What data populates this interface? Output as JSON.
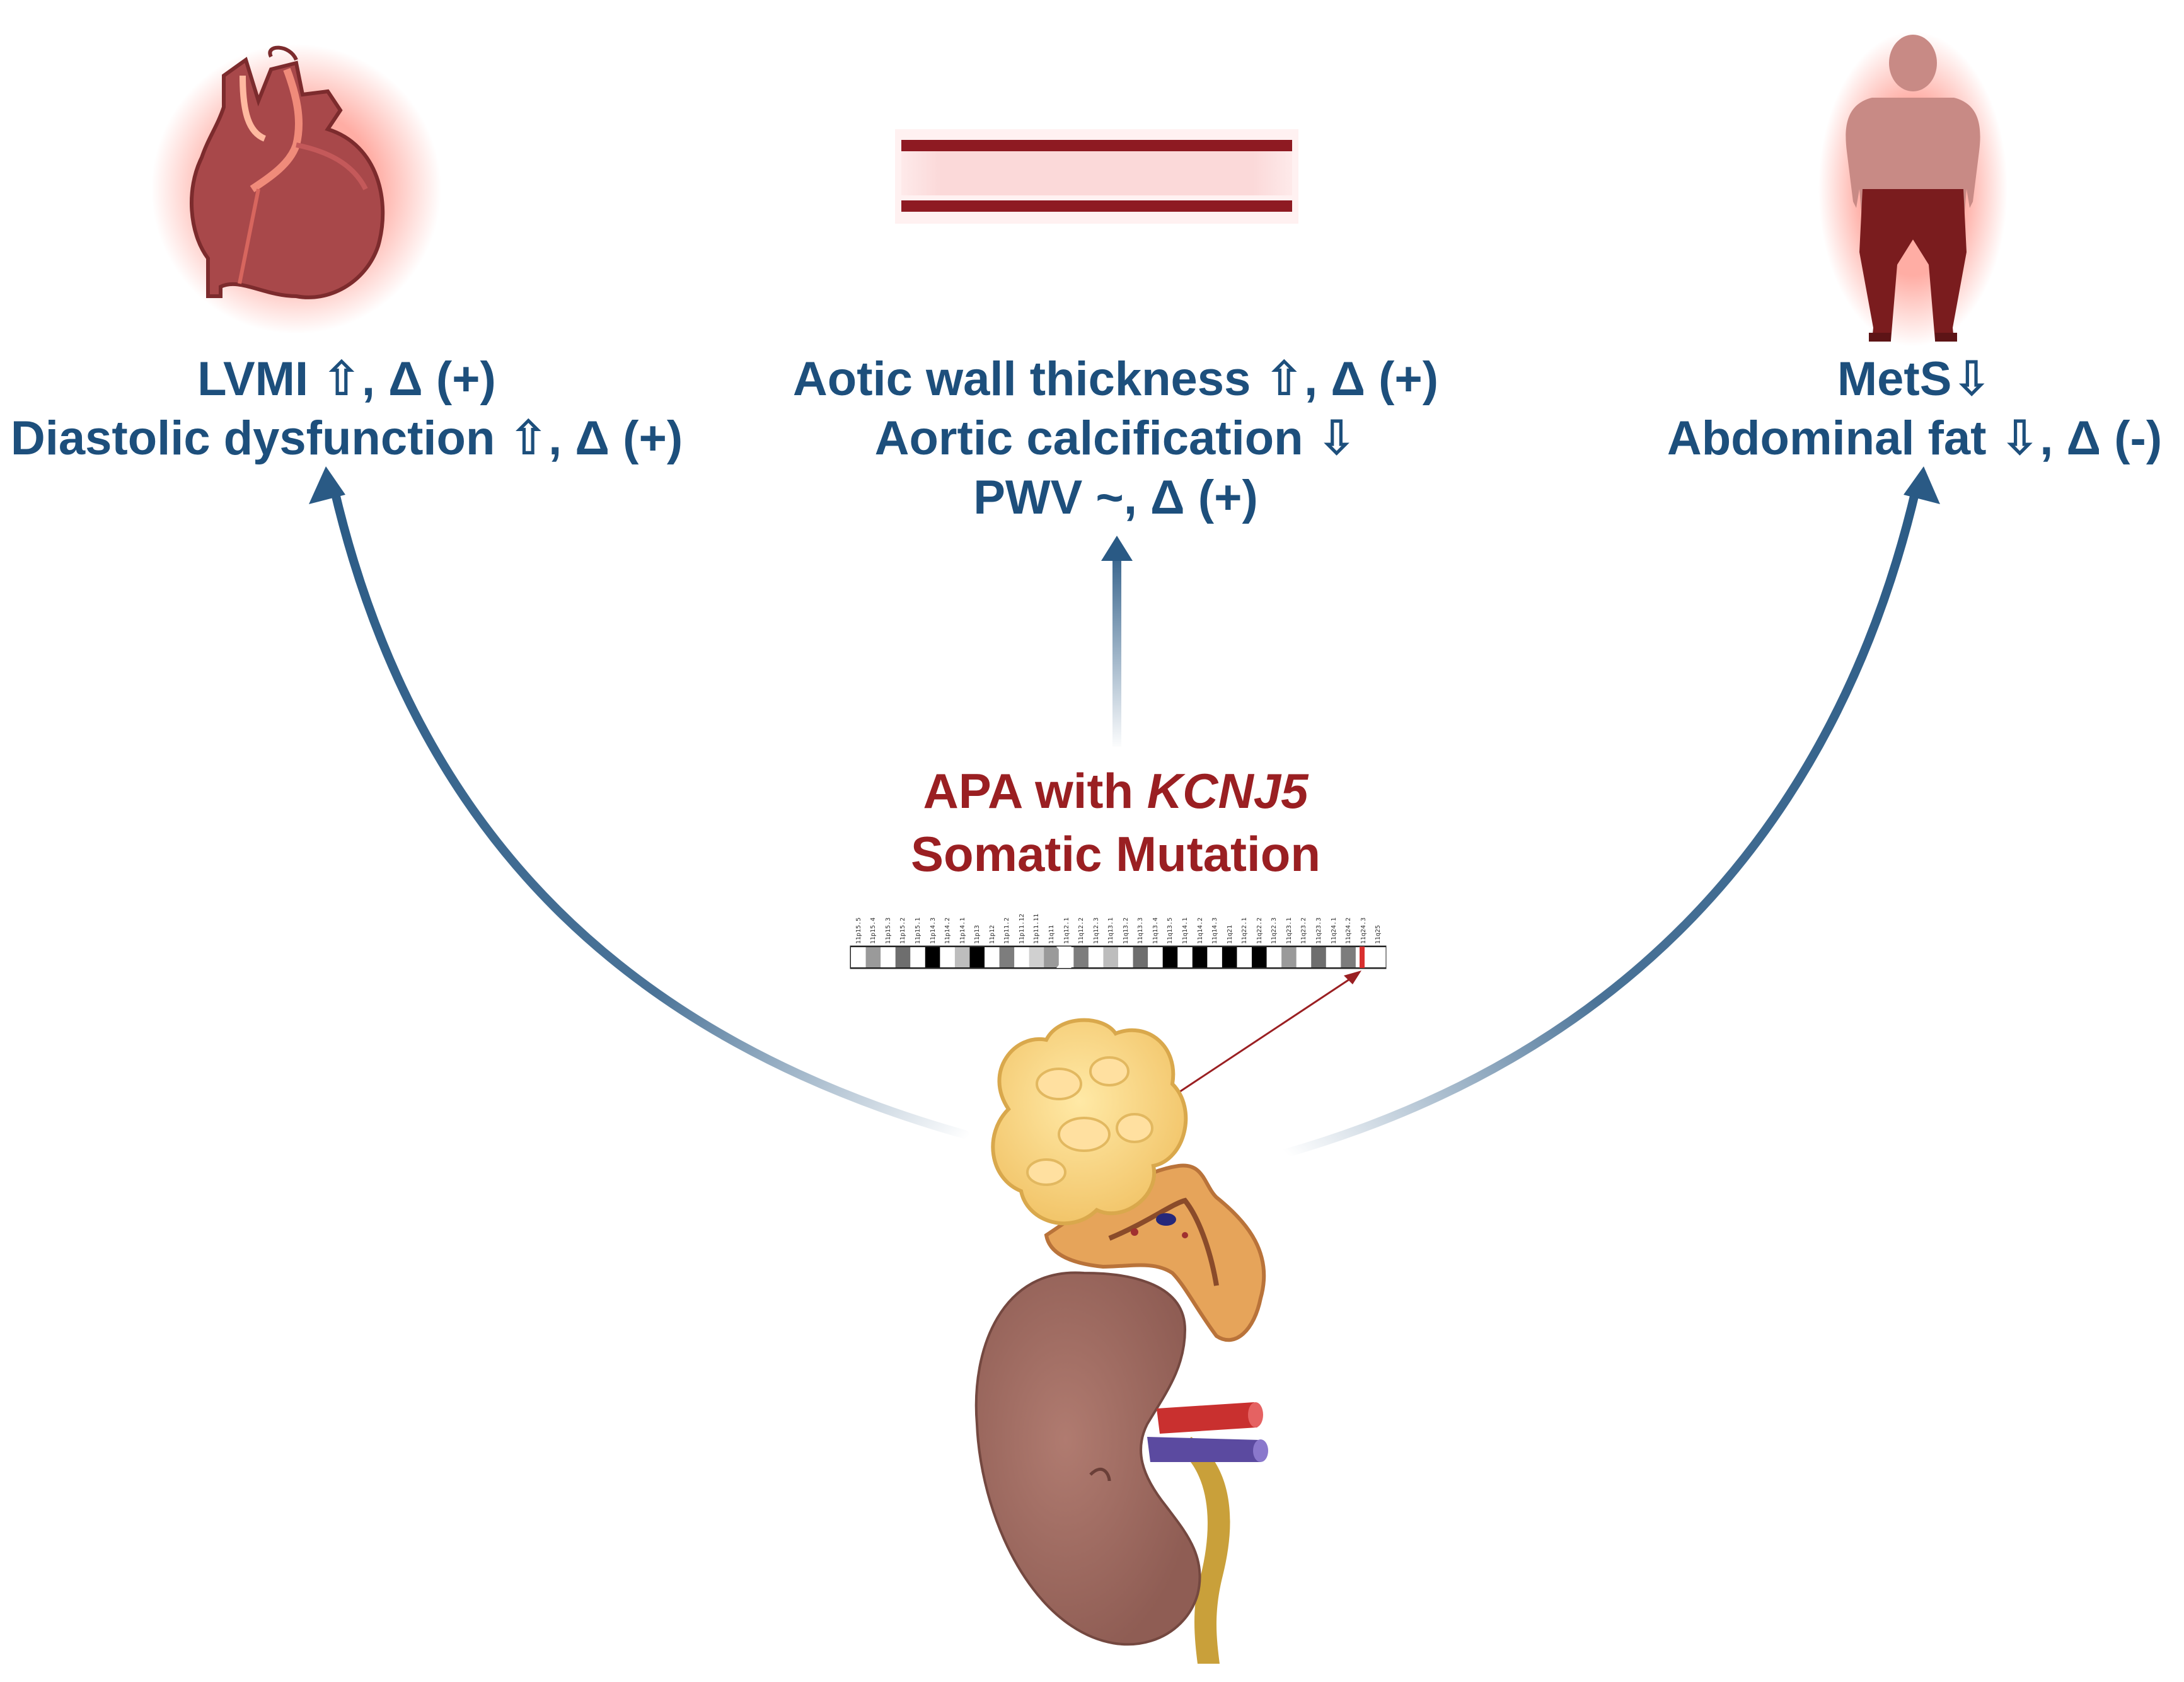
{
  "heart": {
    "line1": "LVMI ⇧, Δ (+)",
    "line2": "Diastolic dysfunction ⇧, Δ (+)"
  },
  "aorta": {
    "line1": "Aotic wall thickness ⇧, Δ (+)",
    "line2": "Aortic calcification ⇩",
    "line3": "PWV ~, Δ (+)"
  },
  "obesity": {
    "line1": "MetS⇩",
    "line2": "Abdominal fat ⇩, Δ (-)"
  },
  "center": {
    "line1_prefix": "APA with ",
    "line1_gene": "KCNJ5",
    "line2": "Somatic Mutation"
  },
  "chromosome_bands": [
    "11p15.5",
    "11p15.4",
    "11p15.3",
    "11p15.2",
    "11p15.1",
    "11p14.3",
    "11p14.2",
    "11p14.1",
    "11p13",
    "11p12",
    "11p11.2",
    "11p11.12",
    "11p11.11",
    "11q11",
    "11q12.1",
    "11q12.2",
    "11q12.3",
    "11q13.1",
    "11q13.2",
    "11q13.3",
    "11q13.4",
    "11q13.5",
    "11q14.1",
    "11q14.2",
    "11q14.3",
    "11q21",
    "11q22.1",
    "11q22.2",
    "11q22.3",
    "11q23.1",
    "11q23.2",
    "11q23.3",
    "11q24.1",
    "11q24.2",
    "11q24.3",
    "11q25"
  ],
  "colors": {
    "label_blue": "#1d4f7c",
    "accent_red": "#9a1f22",
    "arrow_blue": "#2a5a85"
  },
  "icons": {
    "heart": "heart-icon",
    "aorta": "aorta-vessel-icon",
    "obesity": "obese-person-icon",
    "kidney": "kidney-adrenal-icon",
    "chromosome": "chromosome-11-ideogram"
  }
}
